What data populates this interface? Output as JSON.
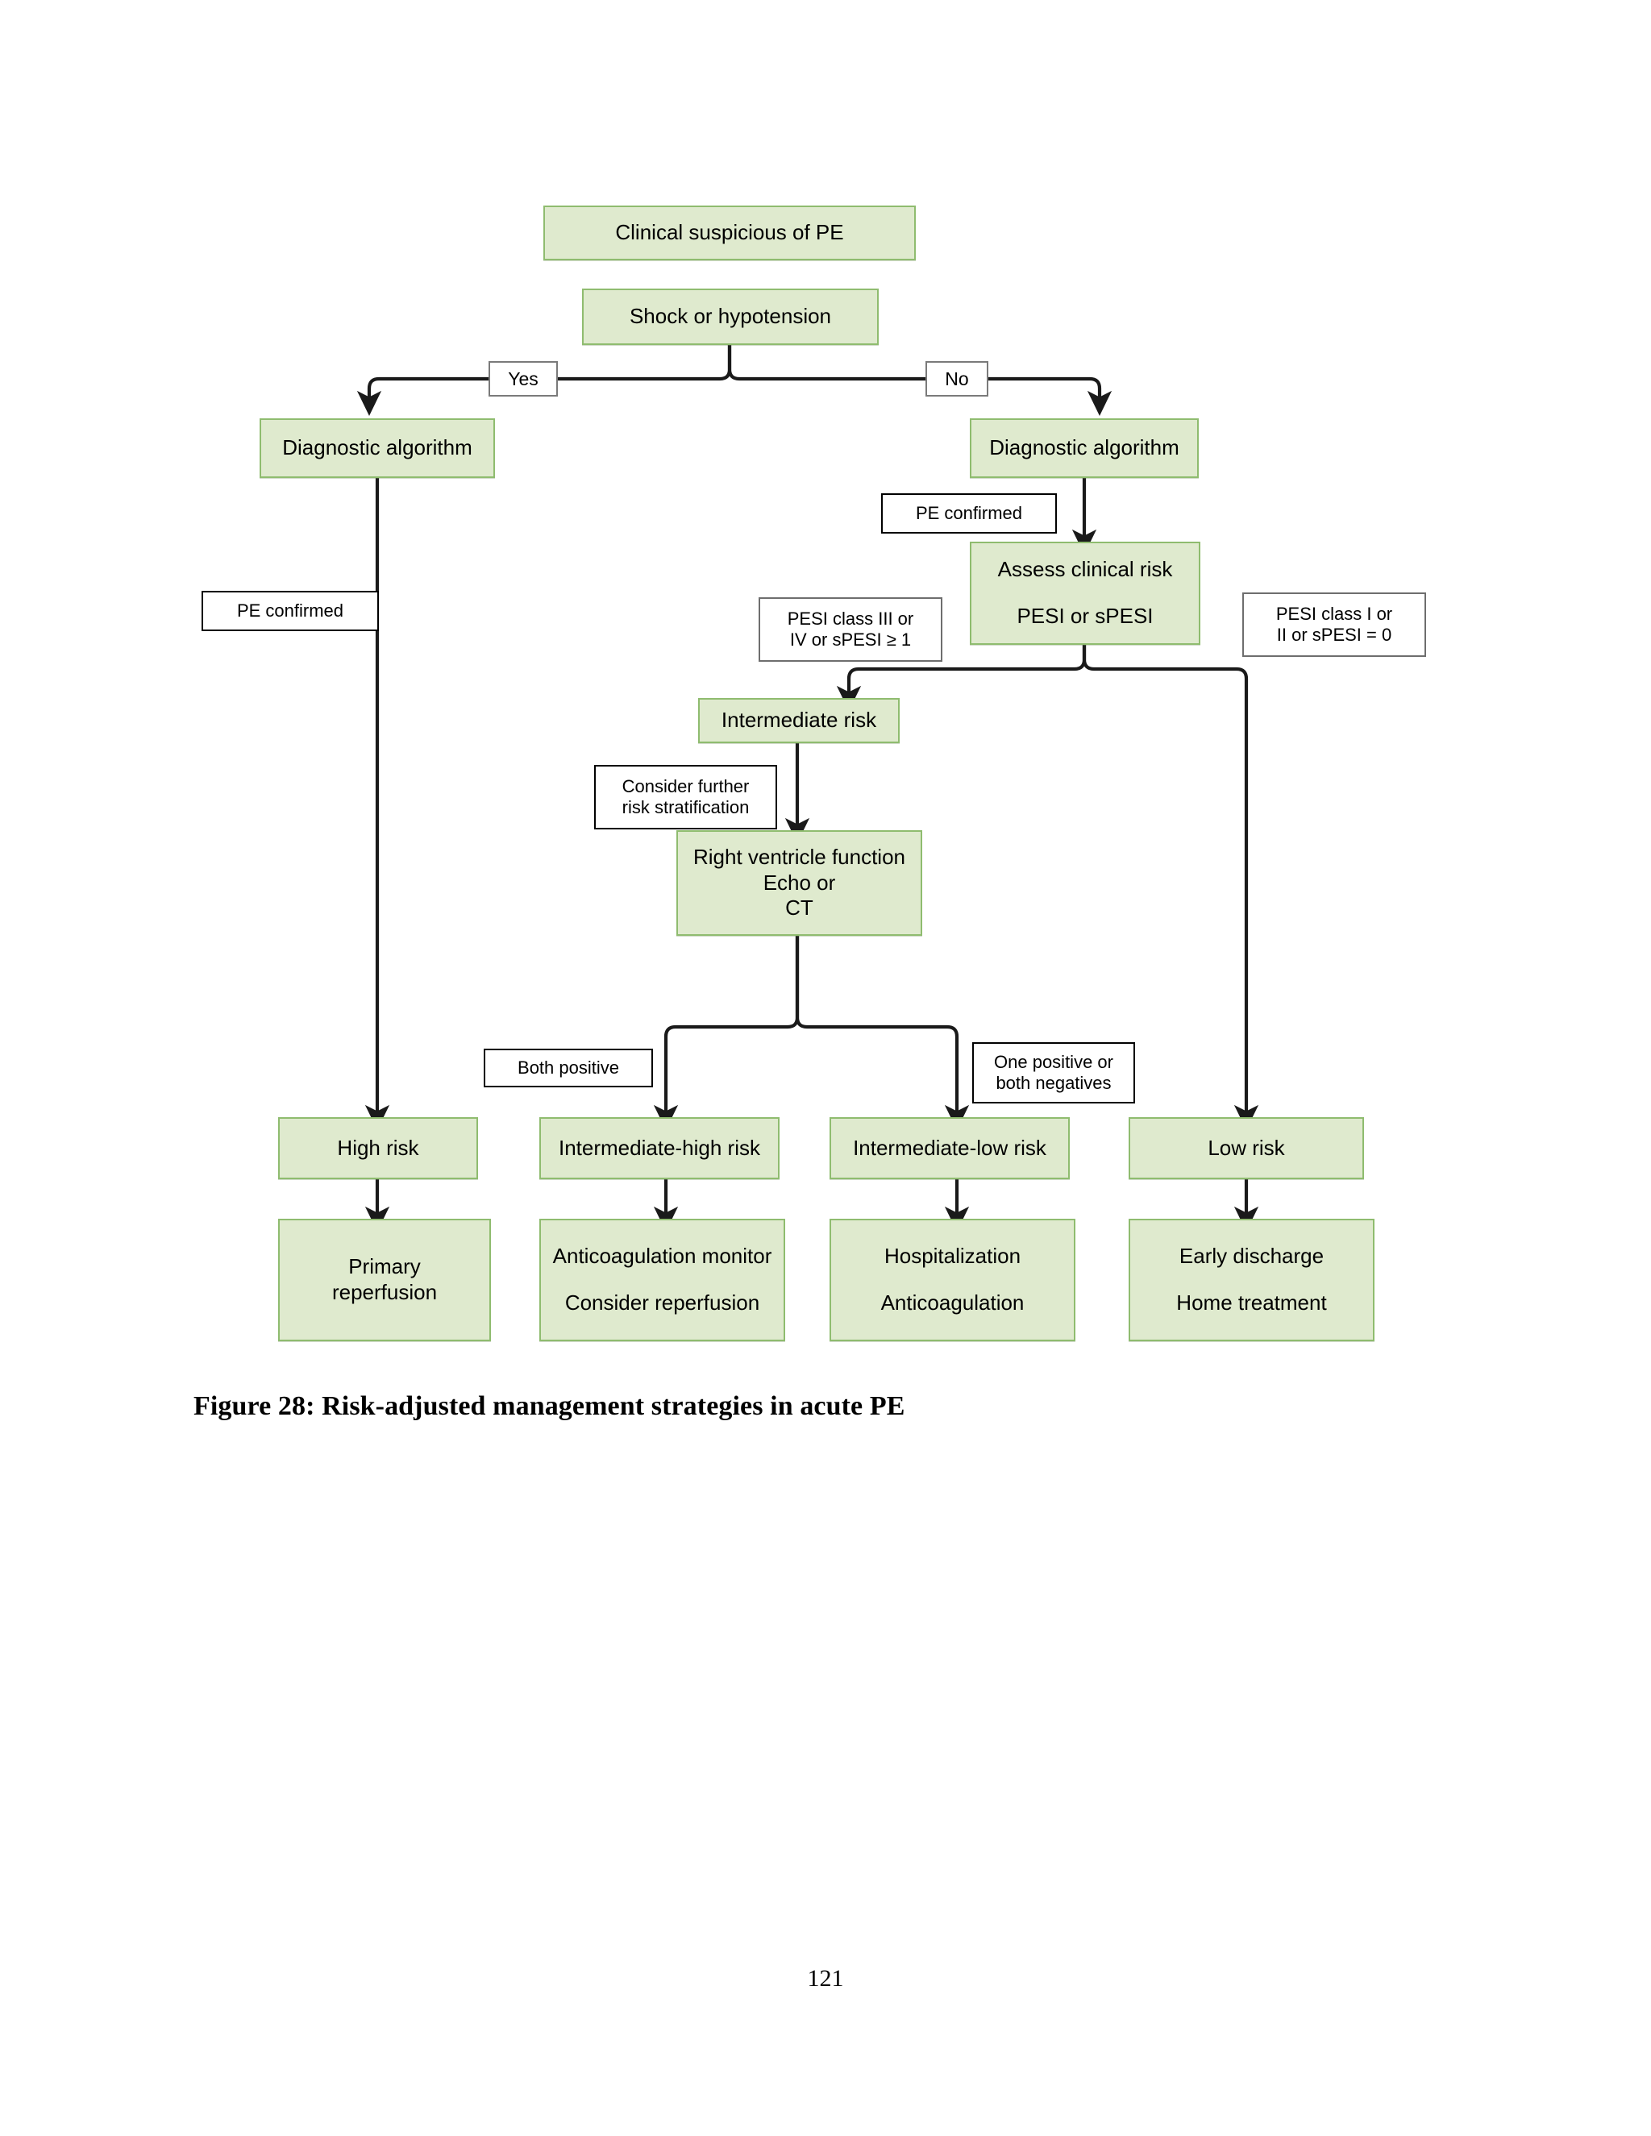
{
  "document": {
    "caption": "Figure 28: Risk-adjusted management strategies in acute PE",
    "page_number": "121"
  },
  "colors": {
    "node_fill": "#dfeace",
    "node_border": "#8fbc6f",
    "label_fill": "#ffffff",
    "label_border": "#3b3b3b",
    "connector": "#1a1a1a",
    "page_background": "#ffffff"
  },
  "flowchart": {
    "title": "Risk-adjusted management strategies in acute PE",
    "nodes": {
      "clinical_suspicion": "Clinical suspicious of PE",
      "shock_or_hypotension": "Shock or hypotension",
      "diagnostic_algorithm_left": "Diagnostic algorithm",
      "diagnostic_algorithm_right": "Diagnostic algorithm",
      "assess_clinical_risk_line1": "Assess clinical risk",
      "assess_clinical_risk_line2": "PESI or sPESI",
      "intermediate_risk": "Intermediate risk",
      "right_ventricle_line1": "Right ventricle function",
      "right_ventricle_line2": "Echo or",
      "right_ventricle_line3": "CT",
      "high_risk": "High risk",
      "intermediate_high_risk": "Intermediate-high risk",
      "intermediate_low_risk": "Intermediate-low risk",
      "low_risk": "Low risk",
      "treatment_high_line1": "Primary",
      "treatment_high_line2": "reperfusion",
      "treatment_int_high_line1": "Anticoagulation monitor",
      "treatment_int_high_line2": "Consider reperfusion",
      "treatment_int_low_line1": "Hospitalization",
      "treatment_int_low_line2": "Anticoagulation",
      "treatment_low_line1": "Early discharge",
      "treatment_low_line2": "Home treatment"
    },
    "edge_labels": {
      "yes": "Yes",
      "no": "No",
      "pe_confirmed_left": "PE confirmed",
      "pe_confirmed_right": "PE confirmed",
      "pesi_high_line1": "PESI class III or",
      "pesi_high_line2": "IV or sPESI ≥ 1",
      "pesi_low_line1": "PESI class I or",
      "pesi_low_line2": "II or sPESI = 0",
      "consider_further_line1": "Consider further",
      "consider_further_line2": "risk stratification",
      "both_positive": "Both positive",
      "one_positive_line1": "One positive or",
      "one_positive_line2": "both negatives"
    }
  }
}
